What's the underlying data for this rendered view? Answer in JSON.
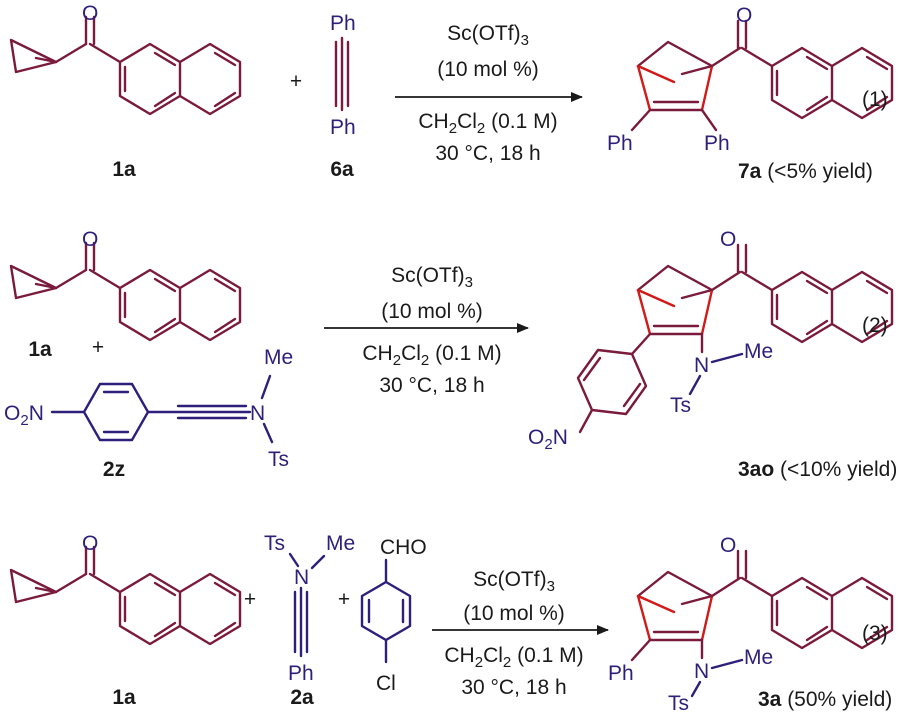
{
  "reactions": [
    {
      "number": "(1)",
      "substrate_label": "1a",
      "plus": "+",
      "reagent_label": "6a",
      "reagent_groups": [
        "Ph",
        "Ph"
      ],
      "conditions": {
        "catalyst": "Sc(OTf)",
        "catalyst_sub": "3",
        "loading": "(10 mol %)",
        "solvent_a": "CH",
        "solvent_sub1": "2",
        "solvent_b": "Cl",
        "solvent_sub2": "2",
        "solvent_c": " (0.1 M)",
        "temp_time": "30 °C, 18 h"
      },
      "product_groups": [
        "Ph",
        "Ph"
      ],
      "product_label": "7a",
      "product_yield": " (<5% yield)"
    },
    {
      "number": "(2)",
      "substrate_label": "1a",
      "plus": "+",
      "reagent_label": "2z",
      "reagent_groups": [
        "O",
        "2",
        "N",
        "Me",
        "N",
        "Ts"
      ],
      "conditions": {
        "catalyst": "Sc(OTf)",
        "catalyst_sub": "3",
        "loading": "(10 mol %)",
        "solvent_a": "CH",
        "solvent_sub1": "2",
        "solvent_b": "Cl",
        "solvent_sub2": "2",
        "solvent_c": " (0.1 M)",
        "temp_time": "30 °C, 18 h"
      },
      "product_groups": [
        "N",
        "Me",
        "Ts",
        "O",
        "2",
        "N"
      ],
      "product_label": "3ao",
      "product_yield": " (<10% yield)"
    },
    {
      "number": "(3)",
      "substrate_label": "1a",
      "plus": "+",
      "reagent_label": "2a",
      "reagent_groups": [
        "Ts",
        "N",
        "Me",
        "Ph"
      ],
      "plus2": "+",
      "aldehyde_groups": [
        "CHO",
        "Cl"
      ],
      "conditions": {
        "catalyst": "Sc(OTf)",
        "catalyst_sub": "3",
        "loading": "(10 mol %)",
        "solvent_a": "CH",
        "solvent_sub1": "2",
        "solvent_b": "Cl",
        "solvent_sub2": "2",
        "solvent_c": " (0.1 M)",
        "temp_time": "30 °C, 18 h"
      },
      "product_groups": [
        "Ph",
        "N",
        "Me",
        "Ts"
      ],
      "product_label": "3a",
      "product_yield": " (50% yield)"
    }
  ],
  "ketone_atom": "O",
  "colors": {
    "bond": "#7a1a3c",
    "heteroatom": "#2f1f7a",
    "highlight": "#d11a1a",
    "text": "#1a1a1a"
  }
}
